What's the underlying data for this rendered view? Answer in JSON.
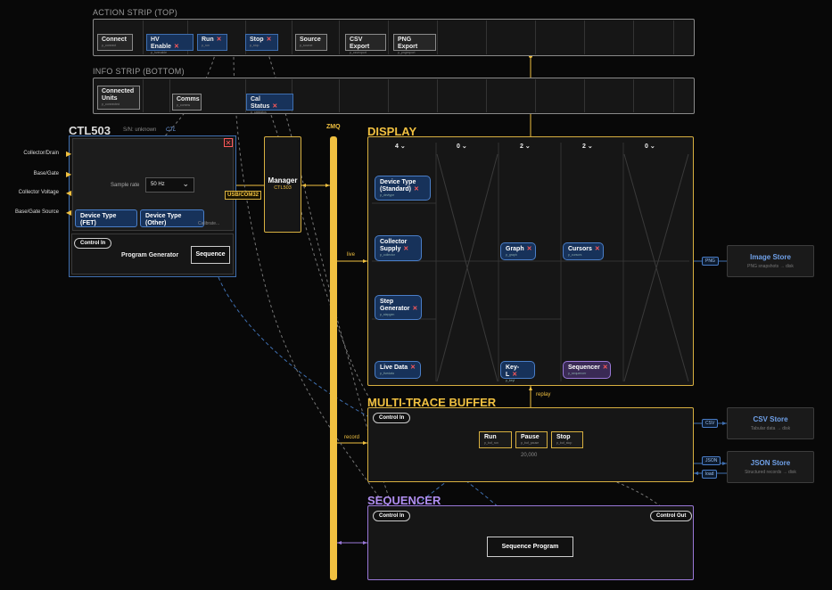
{
  "action_strip": {
    "title": "ACTION STRIP (TOP)",
    "chips": [
      {
        "label": "Connect",
        "sub": "p_connect"
      },
      {
        "label": "HV Enable",
        "sub": "p_hvenable"
      },
      {
        "label": "Run",
        "sub": "p_run"
      },
      {
        "label": "Stop",
        "sub": "p_stop"
      },
      {
        "label": "Source",
        "sub": "p_source"
      },
      {
        "label": "CSV Export",
        "sub": "p_csvexport"
      },
      {
        "label": "PNG Export",
        "sub": "p_pngexport"
      }
    ]
  },
  "info_strip": {
    "title": "INFO STRIP (BOTTOM)",
    "chips": [
      {
        "label": "Connected Units",
        "sub": "p_connected"
      },
      {
        "label": "Comms",
        "sub": "p_comms"
      },
      {
        "label": "Cal Status",
        "sub": "p_calstatus"
      }
    ]
  },
  "ctl503": {
    "title": "CTL503",
    "serial": "S/N: unknown",
    "tag": "CTL",
    "sample_rate_label": "Sample rate",
    "sample_rate_value": "50 Hz",
    "device_type_fet": "Device Type (FET)",
    "device_type_other": "Device Type (Other)",
    "calibrate": "Calibrate...",
    "control_in": "Control In",
    "program_generator": "Program Generator",
    "sequence": "Sequence",
    "ports": [
      "Collector/Drain",
      "Base/Gate",
      "Collector Voltage",
      "Base/Gate Source"
    ],
    "usb": "USB/COM32"
  },
  "manager": {
    "title": "Manager",
    "sub": "CTL503"
  },
  "zmq": "ZMQ",
  "display": {
    "title": "DISPLAY",
    "columns": [
      "4",
      "0",
      "2",
      "2",
      "0"
    ],
    "nodes": [
      {
        "label": "Device Type (Standard)",
        "sub": "p_devtype"
      },
      {
        "label": "Collector Supply",
        "sub": "p_collector"
      },
      {
        "label": "Step Generator",
        "sub": "p_stepgen"
      },
      {
        "label": "Live Data",
        "sub": "p_livedata"
      },
      {
        "label": "Graph",
        "sub": "p_graph"
      },
      {
        "label": "Key-L",
        "sub": "p_keyl"
      },
      {
        "label": "Cursors",
        "sub": "p_cursors"
      },
      {
        "label": "Sequencer",
        "sub": "p_sequencer"
      }
    ]
  },
  "labels": {
    "live": "live",
    "record": "record",
    "replay": "replay"
  },
  "buffer": {
    "title": "MULTI-TRACE BUFFER",
    "control_in": "Control In",
    "buttons": [
      {
        "label": "Run",
        "sub": "p_buf_run"
      },
      {
        "label": "Pause",
        "sub": "p_buf_pause"
      },
      {
        "label": "Stop",
        "sub": "p_buf_stop"
      }
    ],
    "count": "20,000"
  },
  "sequencer": {
    "title": "SEQUENCER",
    "control_in": "Control In",
    "control_out": "Control Out",
    "program": "Sequence Program"
  },
  "stores": {
    "image": {
      "title": "Image Store",
      "sub": "PNG snapshots → disk",
      "tag": "PNG"
    },
    "csv": {
      "title": "CSV Store",
      "sub": "Tabular data → disk",
      "tag": "CSV"
    },
    "json": {
      "title": "JSON Store",
      "sub": "Structured records → disk",
      "tag": "JSON",
      "tag2": "load"
    }
  },
  "colors": {
    "yellow": "#f0c040",
    "blue": "#3f6fb0",
    "purple": "#9a78d8"
  }
}
